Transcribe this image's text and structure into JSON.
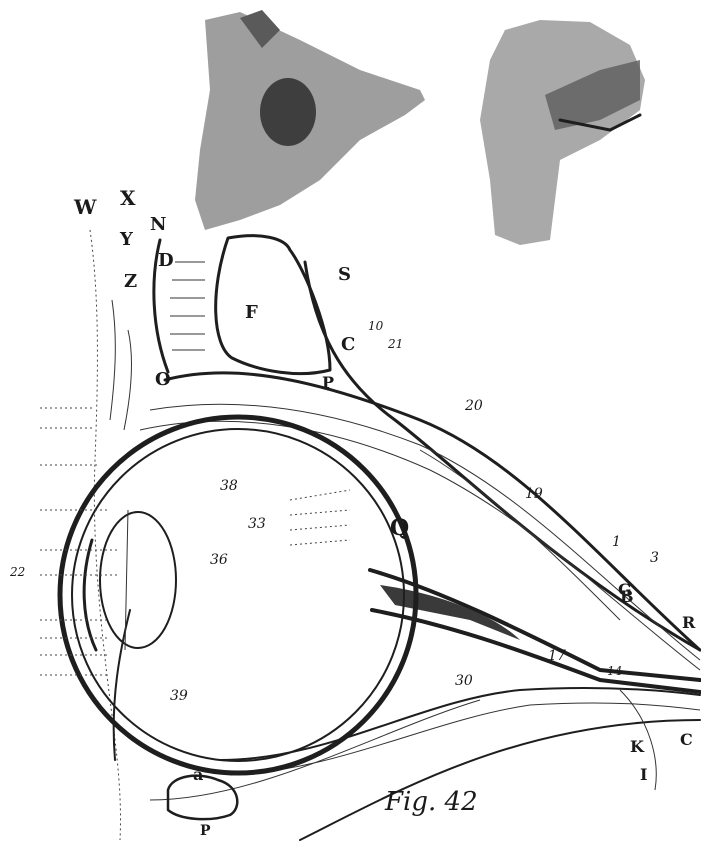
{
  "caption": "Fig. 42",
  "labels": {
    "W": "W",
    "X": "X",
    "N": "N",
    "Y": "Y",
    "Z": "Z",
    "D": "D",
    "S": "S",
    "F": "F",
    "C": "C",
    "P": "P",
    "O": "O",
    "Q": "Q",
    "B": "B",
    "R": "R",
    "G": "G",
    "K": "K",
    "I": "I",
    "Cb": "C",
    "a": "a",
    "Pb": "P",
    "n10": "10",
    "n21": "21",
    "n20": "20",
    "n19": "19",
    "n1": "1",
    "n3": "3",
    "n17": "17",
    "n14": "14",
    "n30": "30",
    "n38": "38",
    "n33": "33",
    "n36": "36",
    "n39": "39",
    "n22": "22"
  },
  "colors": {
    "ink": "#1e1e1e",
    "shade": "#8a8a8a",
    "paper": "#ffffff"
  }
}
